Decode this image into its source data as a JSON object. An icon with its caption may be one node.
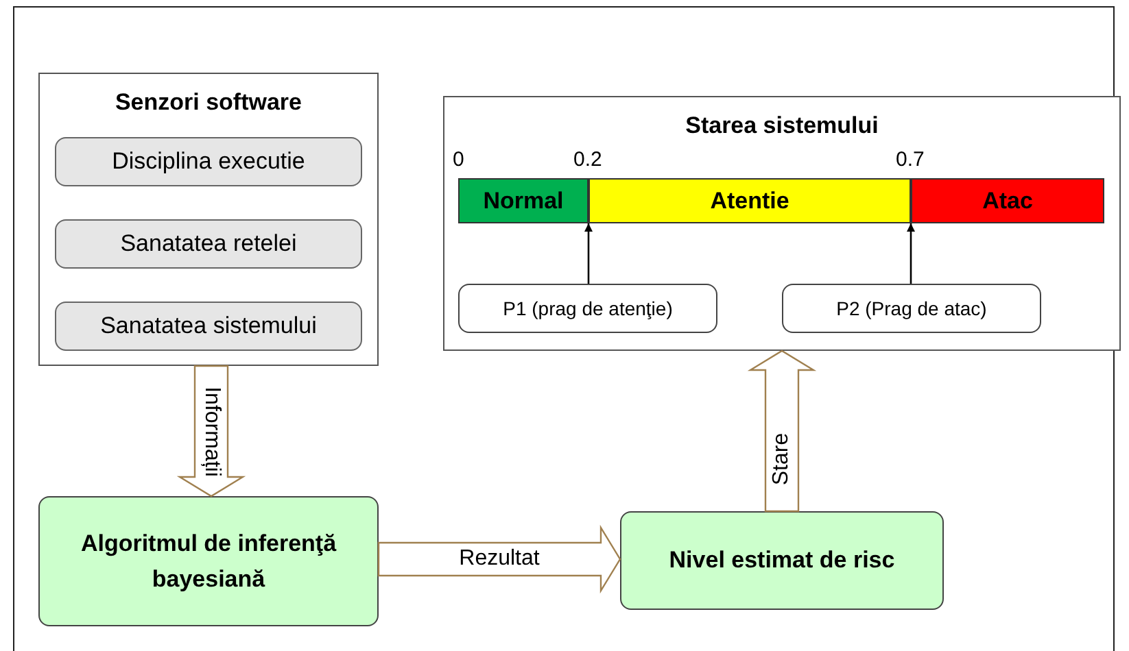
{
  "diagram": {
    "nodes": [
      {
        "text": [
          "Senzori software"
        ]
      },
      {
        "text": [
          "Disciplina executie"
        ],
        "in": 0
      },
      {
        "text": [
          "Sanatatea retelei"
        ],
        "in": 0
      },
      {
        "text": [
          "Sanatatea sistemului"
        ],
        "in": 0
      },
      {
        "text": [
          "Starea sistemului"
        ]
      },
      {
        "text": [
          "Normal"
        ],
        "in": 4
      },
      {
        "text": [
          "Atentie"
        ],
        "in": 4
      },
      {
        "text": [
          "Atac"
        ],
        "in": 4
      },
      {
        "text": [
          "P1 (prag de atenţie)"
        ],
        "in": 4
      },
      {
        "text": [
          "P2 (Prag de atac)"
        ],
        "in": 4
      },
      {
        "text": [
          "Algoritmul de inferenţă bayesiană"
        ]
      },
      {
        "text": [
          "Nivel estimat de risc"
        ]
      }
    ],
    "edges": [
      {
        "from": 0,
        "to": 10,
        "arrow": "to",
        "label": "Informații",
        "style": "thick",
        "color": "#a0804f"
      },
      {
        "from": 10,
        "to": 11,
        "arrow": "to",
        "label": "Rezultat",
        "style": "thick",
        "color": "#a0804f"
      },
      {
        "from": 11,
        "to": 4,
        "arrow": "to",
        "label": "Stare",
        "style": "thick",
        "color": "#a0804f"
      },
      {
        "from": 8,
        "to": 6,
        "arrow": "to",
        "color": "#000000"
      },
      {
        "from": 9,
        "to": 7,
        "arrow": "to",
        "color": "#000000"
      }
    ],
    "labels": [
      "0",
      "0.2",
      "0.7"
    ]
  }
}
